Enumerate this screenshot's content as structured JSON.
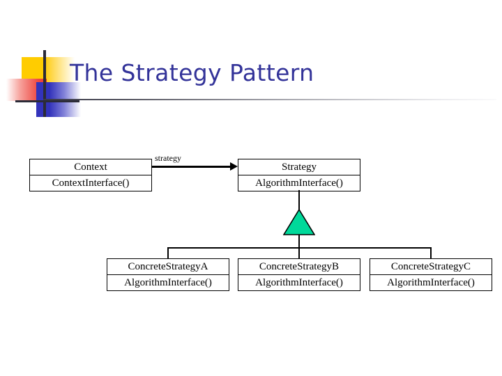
{
  "slide": {
    "title": "The Strategy Pattern",
    "title_color": "#333399",
    "background_color": "#ffffff"
  },
  "decoration": {
    "yellow_color": "#FFCC00",
    "red_color": "#EE4B44",
    "blue_color": "#3333BB",
    "line_color": "#2B2B38"
  },
  "diagram": {
    "type": "uml-class-diagram",
    "classes": [
      {
        "id": "context",
        "name": "Context",
        "operation": "ContextInterface()"
      },
      {
        "id": "strategy",
        "name": "Strategy",
        "operation": "AlgorithmInterface()"
      },
      {
        "id": "concrete-a",
        "name": "ConcreteStrategyA",
        "operation": "AlgorithmInterface()"
      },
      {
        "id": "concrete-b",
        "name": "ConcreteStrategyB",
        "operation": "AlgorithmInterface()"
      },
      {
        "id": "concrete-c",
        "name": "ConcreteStrategyC",
        "operation": "AlgorithmInterface()"
      }
    ],
    "relationships": {
      "association": {
        "from": "Context",
        "to": "Strategy",
        "label": "strategy",
        "arrow": "open-arrow"
      },
      "generalization": {
        "parent": "Strategy",
        "children": [
          "ConcreteStrategyA",
          "ConcreteStrategyB",
          "ConcreteStrategyC"
        ],
        "marker": "hollow-triangle",
        "marker_fill_color": "#00D99A"
      }
    }
  }
}
